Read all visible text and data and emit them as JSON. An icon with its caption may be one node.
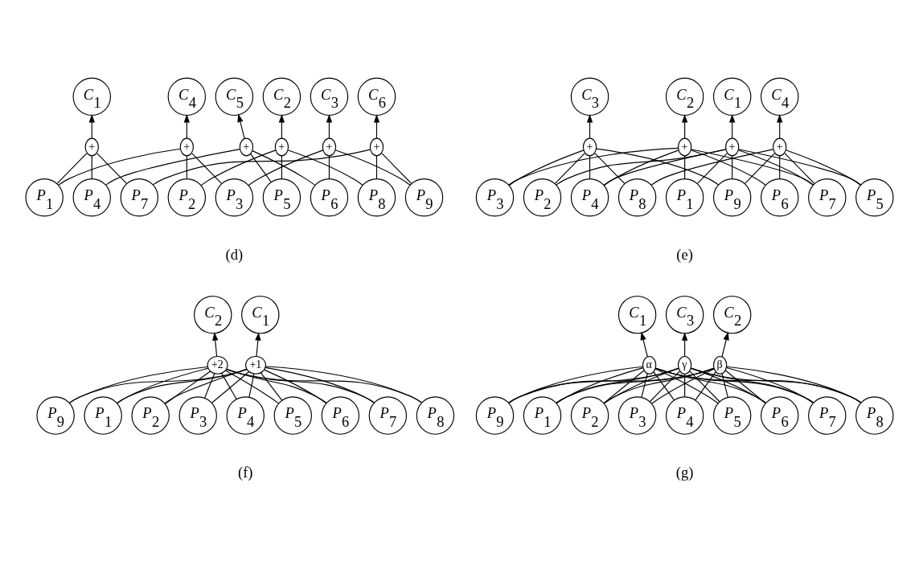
{
  "diagram": {
    "nodes": [
      {
        "text": [
          "C$_{1}$"
        ]
      },
      {
        "text": [
          "C$_{2}$"
        ]
      },
      {
        "text": [
          "C$_{3}$"
        ]
      },
      {
        "text": [
          "+"
        ]
      },
      {
        "text": [
          "+"
        ]
      },
      {
        "text": [
          "+"
        ]
      },
      {
        "text": [
          "P$_{1}$"
        ]
      },
      {
        "text": [
          "P$_{2}$"
        ]
      },
      {
        "text": [
          "P$_{3}$"
        ]
      },
      {
        "text": [
          "C$_{4}$"
        ]
      },
      {
        "text": [
          "+"
        ]
      },
      {
        "text": [
          "P$_{4}$"
        ]
      },
      {
        "text": [
          "P$_{5}$"
        ]
      },
      {
        "text": [
          "P$_{6}$"
        ]
      },
      {
        "text": [
          "C$_{5}$"
        ]
      },
      {
        "text": [
          "+"
        ]
      },
      {
        "text": [
          "P$_{7}$"
        ]
      },
      {
        "text": [
          "P$_{8}$"
        ]
      },
      {
        "text": [
          "P$_{9}$"
        ]
      },
      {
        "text": [
          "C$_{6}$"
        ]
      },
      {
        "text": [
          "+"
        ]
      },
      {
        "text": [
          "C$_{1}$"
        ]
      },
      {
        "text": [
          "C$_{2}$"
        ]
      },
      {
        "text": [
          "C$_{3}$"
        ]
      },
      {
        "text": [
          "C$_{4}$"
        ]
      },
      {
        "text": [
          "+"
        ]
      },
      {
        "text": [
          "+"
        ]
      },
      {
        "text": [
          "+"
        ]
      },
      {
        "text": [
          "+"
        ]
      },
      {
        "text": [
          "P$_{1}$"
        ]
      },
      {
        "text": [
          "P$_{2}$"
        ]
      },
      {
        "text": [
          "P$_{3}$"
        ]
      },
      {
        "text": [
          "P$_{4}$"
        ]
      },
      {
        "text": [
          "P$_{5}$"
        ]
      },
      {
        "text": [
          "P$_{6}$"
        ]
      },
      {
        "text": [
          "P$_{7}$"
        ]
      },
      {
        "text": [
          "P$_{8}$"
        ]
      },
      {
        "text": [
          "P$_{9}$"
        ]
      },
      {
        "text": [
          "C$_{1}$"
        ]
      },
      {
        "text": [
          "C$_{2}$"
        ]
      },
      {
        "text": [
          "+2"
        ]
      },
      {
        "text": [
          "+1"
        ]
      },
      {
        "text": [
          "P$_{1}$"
        ]
      },
      {
        "text": [
          "P$_{2}$"
        ]
      },
      {
        "text": [
          "P$_{3}$"
        ]
      },
      {
        "text": [
          "P$_{4}$"
        ]
      },
      {
        "text": [
          "P$_{5}$"
        ]
      },
      {
        "text": [
          "P$_{6}$"
        ]
      },
      {
        "text": [
          "P$_{7}$"
        ]
      },
      {
        "text": [
          "P$_{8}$"
        ]
      },
      {
        "text": [
          "P$_{9}$"
        ]
      },
      {
        "text": [
          "C$_{1}$"
        ]
      },
      {
        "text": [
          "C$_{2}$"
        ]
      },
      {
        "text": [
          "C$_{3}$"
        ]
      },
      {
        "text": [
          "γ"
        ]
      },
      {
        "text": [
          "β"
        ]
      },
      {
        "text": [
          "α"
        ]
      },
      {
        "text": [
          "P$_{1}$"
        ]
      },
      {
        "text": [
          "P$_{2}$"
        ]
      },
      {
        "text": [
          "P$_{3}$"
        ]
      },
      {
        "text": [
          "P$_{4}$"
        ]
      },
      {
        "text": [
          "P$_{5}$"
        ]
      },
      {
        "text": [
          "P$_{6}$"
        ]
      },
      {
        "text": [
          "P$_{7}$"
        ]
      },
      {
        "text": [
          "P$_{8}$"
        ]
      },
      {
        "text": [
          "P$_{9}$"
        ]
      }
    ],
    "edges": [
      {
        "from": 3,
        "to": 0,
        "arrow": "to"
      },
      {
        "from": 4,
        "to": 1,
        "arrow": "to"
      },
      {
        "from": 5,
        "to": 2,
        "arrow": "to"
      },
      {
        "from": 10,
        "to": 9,
        "arrow": "to"
      },
      {
        "from": 15,
        "to": 14,
        "arrow": "to"
      },
      {
        "from": 20,
        "to": 19,
        "arrow": "to"
      },
      {
        "from": 6,
        "to": 3,
        "arrow": "none"
      },
      {
        "from": 11,
        "to": 3,
        "arrow": "none"
      },
      {
        "from": 16,
        "to": 3,
        "arrow": "none"
      },
      {
        "from": 7,
        "to": 4,
        "arrow": "none"
      },
      {
        "from": 12,
        "to": 4,
        "arrow": "none"
      },
      {
        "from": 17,
        "to": 4,
        "arrow": "none"
      },
      {
        "from": 8,
        "to": 5,
        "arrow": "none"
      },
      {
        "from": 13,
        "to": 5,
        "arrow": "none"
      },
      {
        "from": 18,
        "to": 5,
        "arrow": "none"
      },
      {
        "from": 6,
        "to": 10,
        "arrow": "none"
      },
      {
        "from": 7,
        "to": 10,
        "arrow": "none"
      },
      {
        "from": 8,
        "to": 10,
        "arrow": "none"
      },
      {
        "from": 11,
        "to": 15,
        "arrow": "none"
      },
      {
        "from": 12,
        "to": 15,
        "arrow": "none"
      },
      {
        "from": 13,
        "to": 15,
        "arrow": "none"
      },
      {
        "from": 16,
        "to": 20,
        "arrow": "none"
      },
      {
        "from": 17,
        "to": 20,
        "arrow": "none"
      },
      {
        "from": 18,
        "to": 20,
        "arrow": "none"
      },
      {
        "from": 28,
        "to": 21,
        "arrow": "to"
      },
      {
        "from": 27,
        "to": 22,
        "arrow": "to"
      },
      {
        "from": 26,
        "to": 23,
        "arrow": "to"
      },
      {
        "from": 25,
        "to": 24,
        "arrow": "to"
      },
      {
        "from": 29,
        "to": 28,
        "arrow": "none"
      },
      {
        "from": 30,
        "to": 28,
        "arrow": "none"
      },
      {
        "from": 32,
        "to": 28,
        "arrow": "none"
      },
      {
        "from": 33,
        "to": 28,
        "arrow": "none"
      },
      {
        "from": 35,
        "to": 28,
        "arrow": "none"
      },
      {
        "from": 37,
        "to": 28,
        "arrow": "none"
      },
      {
        "from": 29,
        "to": 27,
        "arrow": "none"
      },
      {
        "from": 31,
        "to": 27,
        "arrow": "none"
      },
      {
        "from": 32,
        "to": 27,
        "arrow": "none"
      },
      {
        "from": 34,
        "to": 27,
        "arrow": "none"
      },
      {
        "from": 35,
        "to": 27,
        "arrow": "none"
      },
      {
        "from": 30,
        "to": 26,
        "arrow": "none"
      },
      {
        "from": 31,
        "to": 26,
        "arrow": "none"
      },
      {
        "from": 32,
        "to": 26,
        "arrow": "none"
      },
      {
        "from": 36,
        "to": 26,
        "arrow": "none"
      },
      {
        "from": 37,
        "to": 26,
        "arrow": "none"
      },
      {
        "from": 33,
        "to": 25,
        "arrow": "none"
      },
      {
        "from": 34,
        "to": 25,
        "arrow": "none"
      },
      {
        "from": 35,
        "to": 25,
        "arrow": "none"
      },
      {
        "from": 36,
        "to": 25,
        "arrow": "none"
      },
      {
        "from": 37,
        "to": 25,
        "arrow": "none"
      },
      {
        "from": 41,
        "to": 38,
        "arrow": "to"
      },
      {
        "from": 40,
        "to": 39,
        "arrow": "to"
      },
      {
        "from": 42,
        "to": 41,
        "arrow": "none"
      },
      {
        "from": 43,
        "to": 41,
        "arrow": "none"
      },
      {
        "from": 44,
        "to": 41,
        "arrow": "none"
      },
      {
        "from": 45,
        "to": 41,
        "arrow": "none"
      },
      {
        "from": 46,
        "to": 41,
        "arrow": "none"
      },
      {
        "from": 47,
        "to": 41,
        "arrow": "none"
      },
      {
        "from": 48,
        "to": 41,
        "arrow": "none"
      },
      {
        "from": 49,
        "to": 41,
        "arrow": "none"
      },
      {
        "from": 50,
        "to": 41,
        "arrow": "none"
      },
      {
        "from": 42,
        "to": 40,
        "arrow": "none"
      },
      {
        "from": 43,
        "to": 40,
        "arrow": "none"
      },
      {
        "from": 44,
        "to": 40,
        "arrow": "none"
      },
      {
        "from": 45,
        "to": 40,
        "arrow": "none"
      },
      {
        "from": 46,
        "to": 40,
        "arrow": "none"
      },
      {
        "from": 47,
        "to": 40,
        "arrow": "none"
      },
      {
        "from": 48,
        "to": 40,
        "arrow": "none"
      },
      {
        "from": 49,
        "to": 40,
        "arrow": "none"
      },
      {
        "from": 50,
        "to": 40,
        "arrow": "none"
      },
      {
        "from": 56,
        "to": 51,
        "arrow": "to"
      },
      {
        "from": 55,
        "to": 52,
        "arrow": "to"
      },
      {
        "from": 54,
        "to": 53,
        "arrow": "to"
      },
      {
        "from": 57,
        "to": 56,
        "arrow": "none"
      },
      {
        "from": 58,
        "to": 56,
        "arrow": "none"
      },
      {
        "from": 59,
        "to": 56,
        "arrow": "none"
      },
      {
        "from": 60,
        "to": 56,
        "arrow": "none"
      },
      {
        "from": 61,
        "to": 56,
        "arrow": "none"
      },
      {
        "from": 62,
        "to": 56,
        "arrow": "none"
      },
      {
        "from": 63,
        "to": 56,
        "arrow": "none"
      },
      {
        "from": 64,
        "to": 56,
        "arrow": "none"
      },
      {
        "from": 65,
        "to": 56,
        "arrow": "none"
      },
      {
        "from": 57,
        "to": 55,
        "arrow": "none"
      },
      {
        "from": 58,
        "to": 55,
        "arrow": "none"
      },
      {
        "from": 59,
        "to": 55,
        "arrow": "none"
      },
      {
        "from": 60,
        "to": 55,
        "arrow": "none"
      },
      {
        "from": 61,
        "to": 55,
        "arrow": "none"
      },
      {
        "from": 62,
        "to": 55,
        "arrow": "none"
      },
      {
        "from": 63,
        "to": 55,
        "arrow": "none"
      },
      {
        "from": 64,
        "to": 55,
        "arrow": "none"
      },
      {
        "from": 65,
        "to": 55,
        "arrow": "none"
      },
      {
        "from": 57,
        "to": 54,
        "arrow": "none"
      },
      {
        "from": 58,
        "to": 54,
        "arrow": "none"
      },
      {
        "from": 59,
        "to": 54,
        "arrow": "none"
      },
      {
        "from": 60,
        "to": 54,
        "arrow": "none"
      },
      {
        "from": 61,
        "to": 54,
        "arrow": "none"
      },
      {
        "from": 62,
        "to": 54,
        "arrow": "none"
      },
      {
        "from": 63,
        "to": 54,
        "arrow": "none"
      },
      {
        "from": 64,
        "to": 54,
        "arrow": "none"
      },
      {
        "from": 65,
        "to": 54,
        "arrow": "none"
      }
    ],
    "labels": [
      "(d)",
      "(e)",
      "(f)",
      "(g)"
    ]
  }
}
